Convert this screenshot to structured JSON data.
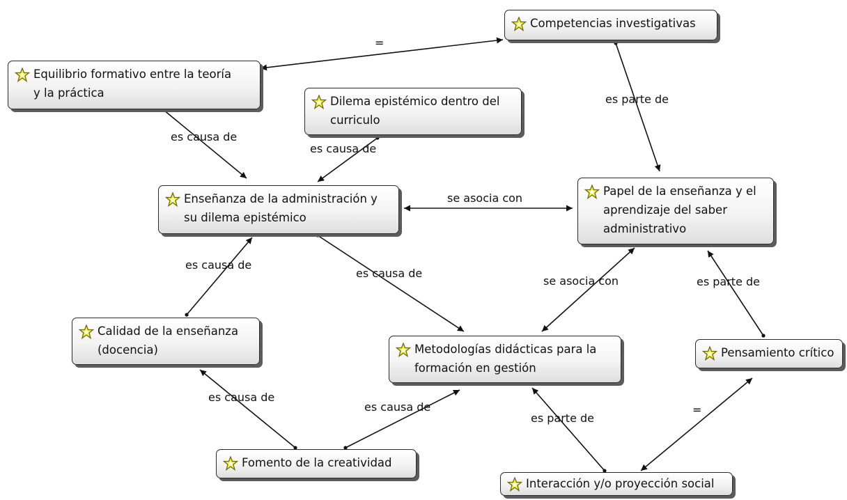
{
  "nodes": [
    {
      "id": "competencias",
      "text": "Competencias investigativas"
    },
    {
      "id": "equilibrio",
      "text": "Equilibrio formativo entre la teoría\ny la práctica"
    },
    {
      "id": "dilema_curriculo",
      "text": "Dilema epistémico dentro del\ncurriculo"
    },
    {
      "id": "ensenanza",
      "text": "Enseñanza de la administración y\nsu dilema epistémico"
    },
    {
      "id": "papel",
      "text": "Papel de la enseñanza y el\naprendizaje del saber\nadministrativo"
    },
    {
      "id": "calidad",
      "text": "Calidad de la enseñanza\n(docencia)"
    },
    {
      "id": "metodologias",
      "text": "Metodologías didácticas para la\nformación en gestión"
    },
    {
      "id": "pensamiento",
      "text": "Pensamiento crítico"
    },
    {
      "id": "fomento",
      "text": "Fomento de la creatividad"
    },
    {
      "id": "interaccion",
      "text": "Interacción y/o proyección social"
    }
  ],
  "edges": [
    {
      "id": "e1",
      "label": "="
    },
    {
      "id": "e2",
      "label": "es parte de"
    },
    {
      "id": "e3",
      "label": "es causa de"
    },
    {
      "id": "e4",
      "label": "es causa de"
    },
    {
      "id": "e5",
      "label": "se asocia con"
    },
    {
      "id": "e6",
      "label": "es causa de"
    },
    {
      "id": "e7",
      "label": "es causa de"
    },
    {
      "id": "e8",
      "label": "se asocia con"
    },
    {
      "id": "e9",
      "label": "es parte de"
    },
    {
      "id": "e10",
      "label": "es causa de"
    },
    {
      "id": "e11",
      "label": "es causa de"
    },
    {
      "id": "e12",
      "label": "es parte de"
    },
    {
      "id": "e13",
      "label": "="
    }
  ]
}
